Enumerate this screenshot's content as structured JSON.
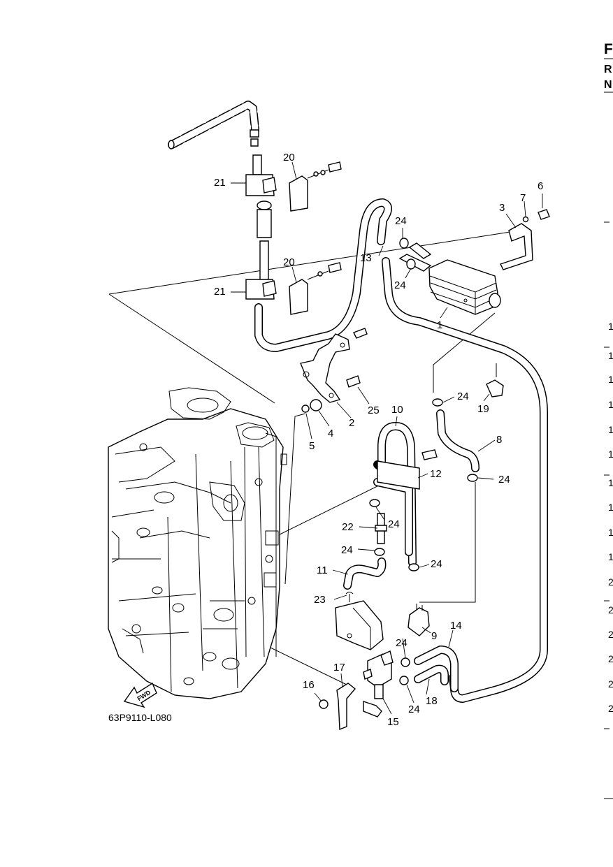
{
  "diagram_code": "63P9110-L080",
  "fwd_label": "FWD",
  "callouts": {
    "p1": "1",
    "p2": "2",
    "p3": "3",
    "p4": "4",
    "p5": "5",
    "p6": "6",
    "p7": "7",
    "p8": "8",
    "p9": "9",
    "p10": "10",
    "p11": "11",
    "p12": "12",
    "p13": "13",
    "p14": "14",
    "p15": "15",
    "p16": "16",
    "p17": "17",
    "p18": "18",
    "p19": "19",
    "p20": "20",
    "p21": "21",
    "p22": "22",
    "p23": "23",
    "p24": "24",
    "p25": "25"
  },
  "side_header": [
    "F",
    "R",
    "N"
  ],
  "side_numbers": [
    "1",
    "1",
    "1",
    "1",
    "1",
    "1",
    "1",
    "1",
    "1",
    "1",
    "2",
    "2",
    "2",
    "2",
    "2",
    "2"
  ]
}
